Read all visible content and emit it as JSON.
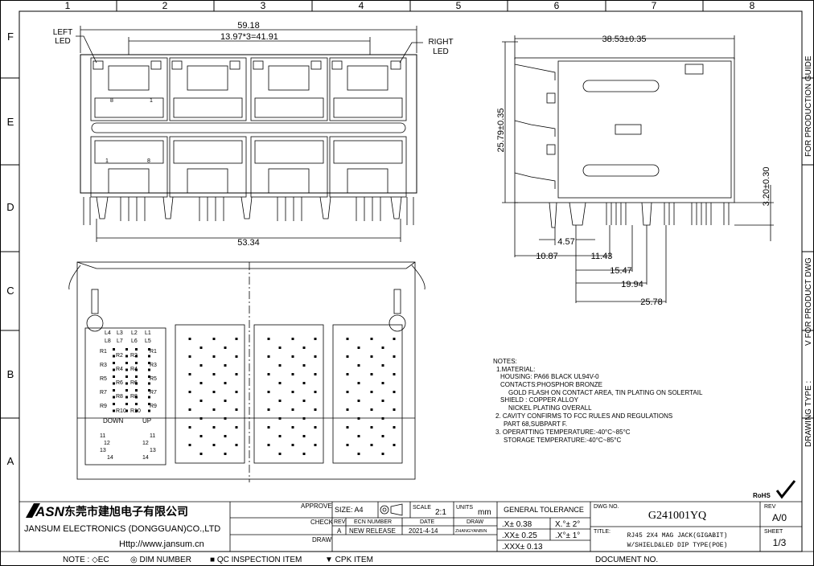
{
  "grid": {
    "columns": [
      "1",
      "2",
      "3",
      "4",
      "5",
      "6",
      "7",
      "8"
    ],
    "rows": [
      "F",
      "E",
      "D",
      "C",
      "B",
      "A"
    ]
  },
  "front_view": {
    "left_led": [
      "LEFT",
      "LED"
    ],
    "right_led": [
      "RIGHT",
      "LED"
    ],
    "dim_overall": "59.18",
    "dim_pitch": "13.97*3=41.91",
    "dim_bottom": "53.34",
    "pin_top_8": "8",
    "pin_top_1": "1",
    "pin_bottom_1": "1",
    "pin_bottom_8": "8"
  },
  "side_view": {
    "dim_depth": "38.53±0.35",
    "dim_height": "25.79±0.35",
    "dim_pin": "3.20±0.30",
    "dims_x": [
      "4.57",
      "10.87",
      "11.43",
      "15.47",
      "19.94",
      "25.78"
    ]
  },
  "side_label_top": "FOR PRODUCTION GUIDE",
  "side_label_bottom": "DRAWING TYPE :",
  "side_label_v": "V FOR PRODUCT DWG",
  "pcb_view": {
    "left_labels_top": [
      "L4",
      "L3",
      "L2",
      "L1"
    ],
    "left_labels_bot": [
      "L8",
      "L7",
      "L6",
      "L5"
    ],
    "r_left": [
      "R1",
      "R3",
      "R5",
      "R7",
      "R9"
    ],
    "r_mid_left": [
      "R2",
      "R4",
      "R6",
      "R8",
      "R10"
    ],
    "r_mid_right": [
      "R2",
      "R4",
      "R6",
      "R8",
      "R10"
    ],
    "r_right": [
      "R1",
      "R3",
      "R5",
      "R7",
      "R9"
    ],
    "down": "DOWN",
    "up": "UP",
    "pins_left": [
      "11",
      "12",
      "13",
      "14"
    ],
    "pins_right": [
      "11",
      "12",
      "13",
      "14"
    ]
  },
  "notes": [
    "NOTES:",
    "1.MATERIAL:",
    "HOUSING: PA66 BLACK UL94V-0",
    "CONTACTS:PHOSPHOR BRONZE",
    "GOLD FLASH ON CONTACT AREA, TIN PLATING ON SOLERTAIL",
    "SHIELD : COPPER ALLOY",
    "NICKEL PLATING OVERALL",
    "2. CAVITY CONFIRMS TO FCC RULES AND REGULATIONS",
    "PART 68,SUBPART F.",
    "3. OPERATTING TEMPERATURE:-40°C~85°C",
    "STORAGE TEMPERATURE:-40°C~85°C"
  ],
  "rohs": "RoHS",
  "title_block": {
    "logo": "ASN",
    "company_cn": "东莞市建旭电子有限公司",
    "company_en": "JANSUM ELECTRONICS (DONGGUAN)CO.,LTD",
    "url": "Http://www.jansum.cn",
    "approve": "APPROVE",
    "check": "CHECK",
    "draw": "DRAW",
    "size": "SIZE: A4",
    "scale_label": "SCALE",
    "scale_value": "2:1",
    "units_label": "UNITS",
    "units_value": "mm",
    "rev_h": "REV",
    "ecn_h": "ECN NUMBER",
    "date_h": "DATE",
    "draw_h": "DRAW",
    "rev_v": "A",
    "ecn_v": "NEW RELEASE",
    "date_v": "2021-4-14",
    "drawer_v": "ZHANGYANBIN",
    "general_tolerance": "GENERAL TOLERANCE",
    "tol": [
      ".X± 0.38",
      "X.°± 2°",
      ".XX± 0.25",
      ".X°± 1°",
      ".XXX± 0.13"
    ],
    "dwg_no_label": "DWG NO.",
    "dwg_no": "G241001YQ",
    "title_label": "TITLE:",
    "title_line1": "RJ45 2X4 MAG JACK(GIGABIT)",
    "title_line2": "W/SHIELD&LED DIP TYPE(POE)",
    "rev_label": "REV",
    "rev_value": "A/0",
    "sheet_label": "SHEET",
    "sheet_value": "1/3",
    "document_number": "DOCUMENT NO."
  },
  "note_bar": {
    "note": "NOTE : ◇EC",
    "dim": "◎ DIM NUMBER",
    "qc": "■ QC INSPECTION ITEM",
    "cpk": "▼ CPK ITEM"
  }
}
